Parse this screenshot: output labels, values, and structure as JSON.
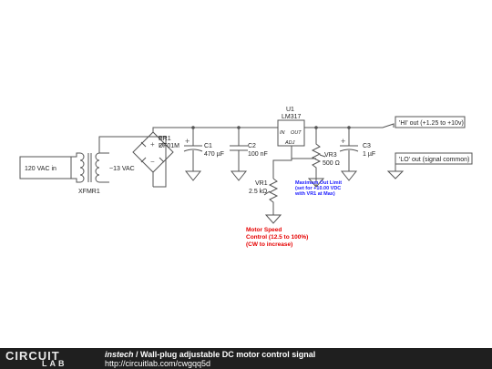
{
  "schematic": {
    "source_label": "120 VAC in",
    "secondary_label": "~13 VAC",
    "transformer_ref": "XFMR1",
    "bridge_ref": "BR1",
    "bridge_part": "DF01M",
    "c1_ref": "C1",
    "c1_value": "470 µF",
    "c2_ref": "C2",
    "c2_value": "100 nF",
    "u1_ref": "U1",
    "u1_part": "LM317",
    "pin_in": "IN",
    "pin_out": "OUT",
    "pin_adj": "ADJ",
    "vr3_ref": "VR3",
    "vr3_value": "500 Ω",
    "c3_ref": "C3",
    "c3_value": "1 µF",
    "vr1_ref": "VR1",
    "vr1_value": "2.5 kΩ",
    "hi_out_label": "'HI' out (+1.25 to +10v)",
    "lo_out_label": "'LO' out (signal common)",
    "max_limit_line1": "Maximum Out Limit",
    "max_limit_line2": "(set for +10.00 VDC",
    "max_limit_line3": "with VR1 at Max)",
    "speed_line1": "Motor Speed",
    "speed_line2": "Control (12.5 to 100%)",
    "speed_line3": "(CW to increase)",
    "colors": {
      "annotation_blue": "#1a1aff",
      "annotation_red": "#e60000"
    }
  },
  "footer": {
    "brand_top": "CIRCUIT",
    "brand_bottom": "LAB",
    "author": "instech",
    "title_sep": " / ",
    "title": "Wall-plug adjustable DC motor control signal",
    "url": "http://circuitlab.com/cwgqq5d"
  }
}
